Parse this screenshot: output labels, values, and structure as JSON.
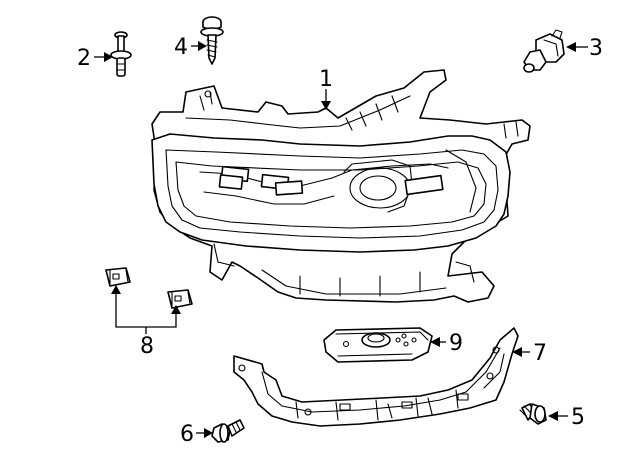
{
  "callouts": {
    "c1": "1",
    "c2": "2",
    "c3": "3",
    "c4": "4",
    "c5": "5",
    "c6": "6",
    "c7": "7",
    "c8": "8",
    "c9": "9"
  },
  "parts": {
    "headlamp": "headlamp-assembly",
    "push_pin": "push-pin-fastener",
    "connector": "electrical-connector",
    "screw_washer": "screw-with-washer",
    "bolt_right": "hex-bolt",
    "bolt_left": "hex-bolt",
    "bracket": "mounting-bracket",
    "retainer_clips": "retainer-clips",
    "control_module": "lamp-control-module"
  }
}
